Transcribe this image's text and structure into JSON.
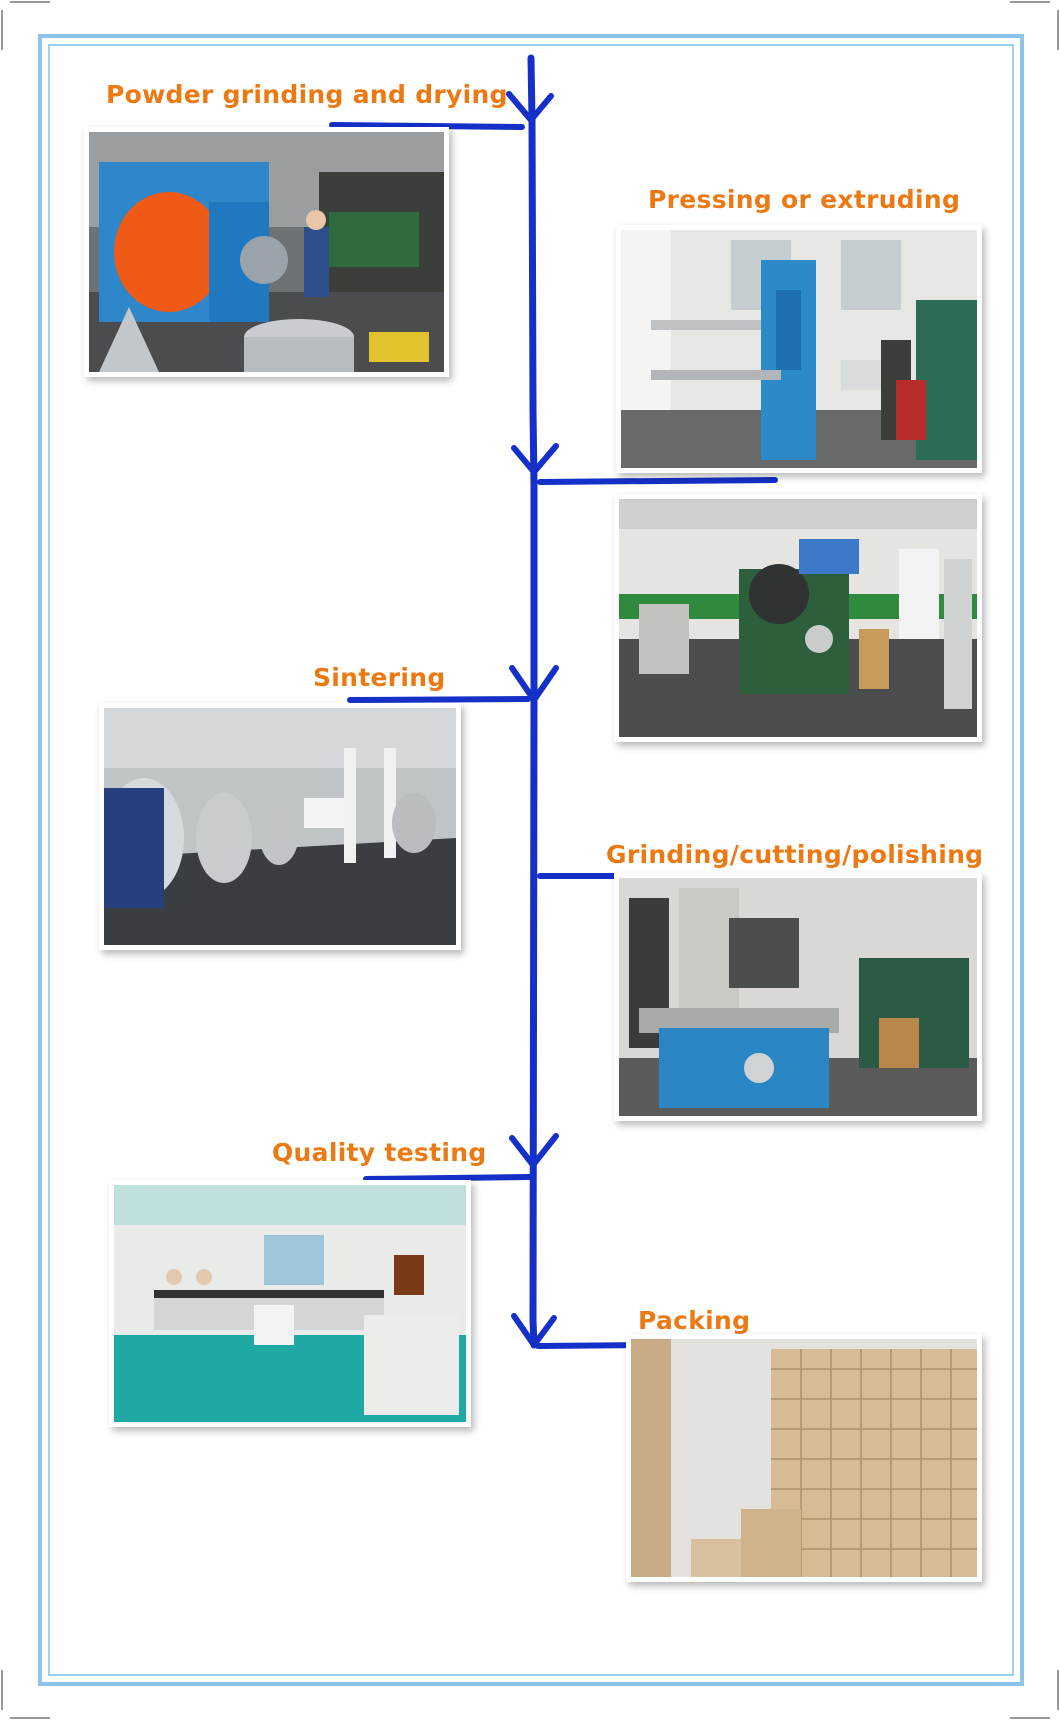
{
  "flow": {
    "accent_arrow": "#1530c8",
    "accent_label": "#ec7a14",
    "frame": "#8cc4ea",
    "steps": [
      {
        "label": "Powder grinding and drying",
        "photo": "grinding-drying-machine"
      },
      {
        "label": "Pressing or extruding",
        "photo": "press-machine"
      },
      {
        "label": "",
        "photo": "extruder-machine"
      },
      {
        "label": "Sintering",
        "photo": "sintering-furnaces"
      },
      {
        "label": "Grinding/cutting/polishing",
        "photo": "surface-grinder"
      },
      {
        "label": "Quality testing",
        "photo": "test-laboratory"
      },
      {
        "label": "Packing",
        "photo": "stacked-boxes"
      }
    ]
  }
}
